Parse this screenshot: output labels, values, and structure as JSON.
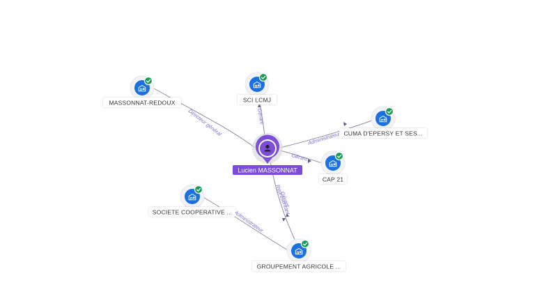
{
  "center": {
    "name": "Lucien MASSONNAT",
    "icon": "person-icon"
  },
  "nodes": [
    {
      "id": "massonnat-redoux",
      "label": "MASSONNAT-REDOUX",
      "icon": "building-icon",
      "verified": true
    },
    {
      "id": "sci-lcmj",
      "label": "SCI LCMJ",
      "icon": "building-icon",
      "verified": true
    },
    {
      "id": "cuma",
      "label": "CUMA D'EPERSY ET SES...",
      "icon": "building-icon",
      "verified": true
    },
    {
      "id": "cap21",
      "label": "CAP 21",
      "icon": "building-icon",
      "verified": true
    },
    {
      "id": "societe-coop",
      "label": "SOCIETE COOPERATIVE ...",
      "icon": "building-icon",
      "verified": true
    },
    {
      "id": "groupement",
      "label": "GROUPEMENT AGRICOLE ...",
      "icon": "building-icon",
      "verified": true
    }
  ],
  "edges": [
    {
      "from": "center",
      "to": "massonnat-redoux",
      "label": "Directeur général"
    },
    {
      "from": "center",
      "to": "sci-lcmj",
      "label": "Gérant"
    },
    {
      "from": "center",
      "to": "cuma",
      "label": "Administrateur"
    },
    {
      "from": "center",
      "to": "cap21",
      "label": "Gérant"
    },
    {
      "from": "center",
      "to": "groupement",
      "label": "Gérant",
      "label2": "Représentant"
    },
    {
      "from": "groupement",
      "to": "societe-coop",
      "label": "Administrateur"
    }
  ],
  "colors": {
    "person": "#7c4ddb",
    "company": "#1b6fe0",
    "verified": "#1a9b55",
    "edge_label": "#7b6fd6",
    "edge": "#8a8fa3"
  }
}
